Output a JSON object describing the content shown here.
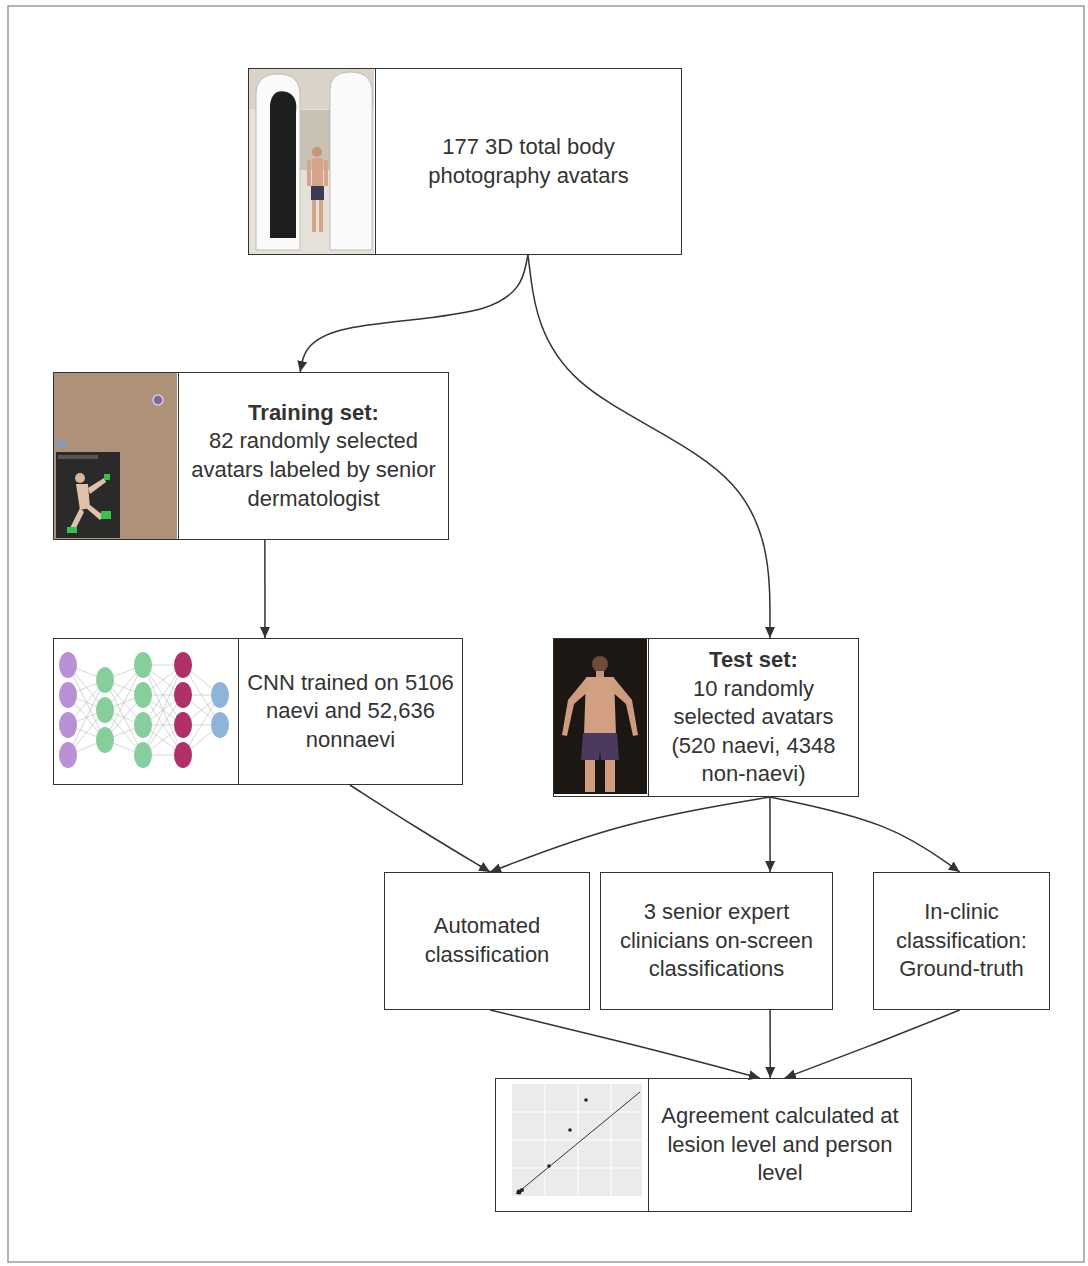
{
  "diagram": {
    "nodes": [
      {
        "text": [
          "177 3D total body photography avatars"
        ]
      },
      {
        "text": [
          "Training set:",
          "82 randomly selected avatars labeled by senior dermatologist"
        ]
      },
      {
        "text": [
          "CNN trained on 5106 naevi and 52,636 nonnaevi"
        ]
      },
      {
        "text": [
          "Test set:",
          "10 randomly selected avatars (520 naevi, 4348 non-naevi)"
        ]
      },
      {
        "text": [
          "Automated classification"
        ]
      },
      {
        "text": [
          "3 senior expert clinicians on-screen classifications"
        ]
      },
      {
        "text": [
          "In-clinic classification: Ground-truth"
        ]
      },
      {
        "text": [
          "Agreement calculated at lesion level and person level"
        ]
      }
    ],
    "edges": [
      {
        "from": 0,
        "to": 1,
        "arrow": "to"
      },
      {
        "from": 0,
        "to": 3,
        "arrow": "to"
      },
      {
        "from": 1,
        "to": 2,
        "arrow": "to"
      },
      {
        "from": 2,
        "to": 4,
        "arrow": "to"
      },
      {
        "from": 3,
        "to": 4,
        "arrow": "to"
      },
      {
        "from": 3,
        "to": 5,
        "arrow": "to"
      },
      {
        "from": 3,
        "to": 6,
        "arrow": "to"
      },
      {
        "from": 4,
        "to": 7,
        "arrow": "to"
      },
      {
        "from": 5,
        "to": 7,
        "arrow": "to"
      },
      {
        "from": 6,
        "to": 7,
        "arrow": "to"
      }
    ]
  }
}
